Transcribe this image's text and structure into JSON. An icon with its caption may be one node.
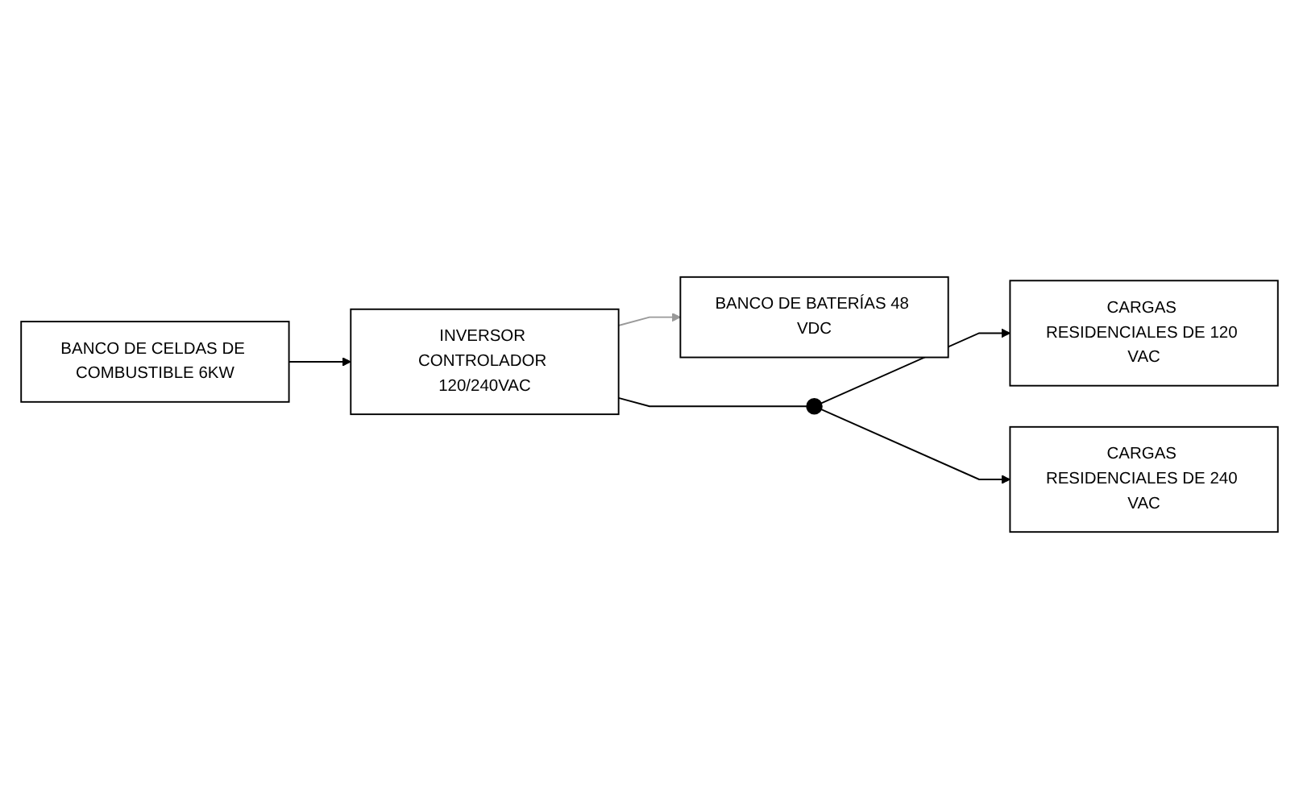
{
  "diagram": {
    "nodes": [
      {
        "text": [
          "BANCO DE BATERÍAS 48 VDC"
        ]
      },
      {
        "text": [
          "CARGAS RESIDENCIALES DE 120 VAC"
        ]
      },
      {
        "text": [
          "BANCO DE CELDAS DE COMBUSTIBLE 6KW"
        ]
      },
      {
        "text": [
          "INVERSOR CONTROLADOR 120/240VAC"
        ]
      },
      {
        "text": [],
        "shape": "circle"
      },
      {
        "text": [
          "CARGAS RESIDENCIALES DE 240 VAC"
        ]
      }
    ],
    "edges": [
      {
        "from": 2,
        "to": 3,
        "arrow": "to"
      },
      {
        "from": 3,
        "to": 0,
        "arrow": "to",
        "color": "#999999"
      },
      {
        "from": 3,
        "to": 4,
        "arrow": "none"
      },
      {
        "from": 4,
        "to": 1,
        "arrow": "to"
      },
      {
        "from": 4,
        "to": 5,
        "arrow": "to"
      }
    ]
  }
}
